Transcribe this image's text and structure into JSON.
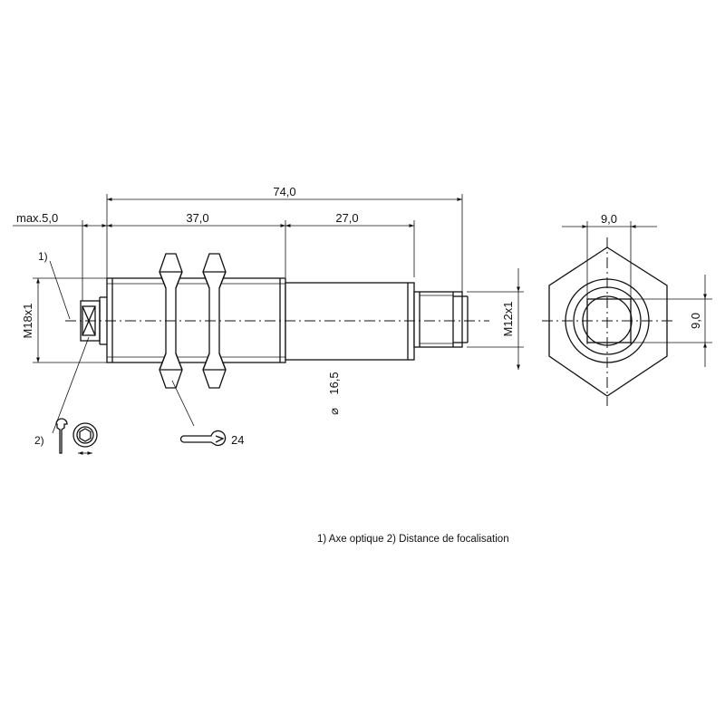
{
  "dimensions": {
    "overall_length": "74,0",
    "max_protrusion": "max.5,0",
    "thread_length": "37,0",
    "barrel_length": "27,0",
    "front_width": "9,0",
    "front_height": "9,0",
    "barrel_diameter": "16,5",
    "diameter_symbol": "⌀",
    "main_thread": "M18x1",
    "connector_thread": "M12x1",
    "wrench_size": "24"
  },
  "callouts": {
    "optical_axis_marker": "1)",
    "focus_adjust_marker": "2)"
  },
  "legend": {
    "text": "1) Axe optique  2) Distance de focalisation"
  }
}
